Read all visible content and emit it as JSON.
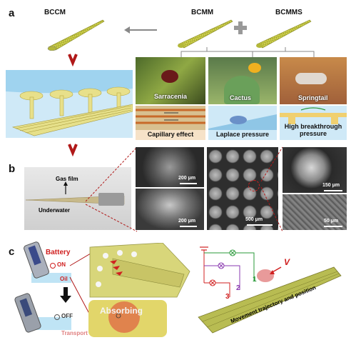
{
  "panels": {
    "a": "a",
    "b": "b",
    "c": "c"
  },
  "headers": {
    "bccm": "BCCM",
    "bcmm": "BCMM",
    "bcmms": "BCMMS"
  },
  "photos": {
    "sarracenia": "Sarracenia",
    "cactus": "Cactus",
    "springtail": "Springtail"
  },
  "mechanisms": {
    "capillary": "Capillary effect",
    "laplace": "Laplace pressure",
    "breakthrough": "High breakthrough pressure"
  },
  "panel_b": {
    "gas_film": "Gas film",
    "underwater": "Underwater",
    "scale_1": "200 μm",
    "scale_2": "200 μm",
    "scale_3": "500 μm",
    "scale_4": "150 μm",
    "scale_5": "50 μm"
  },
  "panel_c": {
    "battery": "Battery",
    "on": "ON",
    "oil": "Oil",
    "off": "OFF",
    "transport": "Transport",
    "absorbing": "Absorbing",
    "v": "V",
    "n1": "1",
    "n2": "2",
    "n3": "3",
    "movement": "Movement trajectory and position"
  },
  "colors": {
    "cone": "#c8cc4a",
    "arrow_red": "#b01818",
    "water": "#bfe4f5",
    "green": "#2a9a3a",
    "purple": "#8a3ab0",
    "red": "#d02020"
  }
}
